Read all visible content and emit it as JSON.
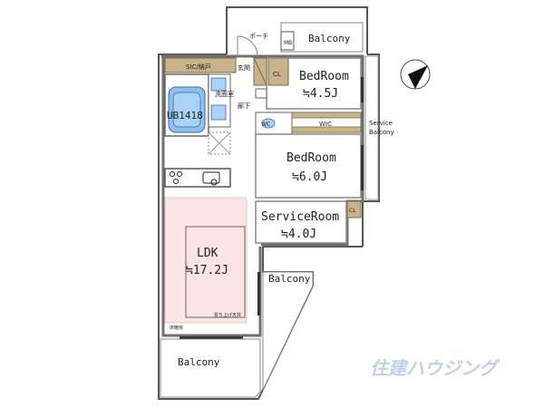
{
  "rooms": {
    "ldk": {
      "name": "LDK",
      "size": "≒17.2J"
    },
    "bedroom1": {
      "name": "BedRoom",
      "size": "≒4.5J"
    },
    "bedroom2": {
      "name": "BedRoom",
      "size": "≒6.0J"
    },
    "service_room": {
      "name": "ServiceRoom",
      "size": "≒4.0J"
    }
  },
  "labels": {
    "balcony_top": "Balcony",
    "balcony_mid": "Balcony",
    "balcony_bottom": "Balcony",
    "service_balcony_1": "Service",
    "service_balcony_2": "Balcony",
    "porch": "ポーチ",
    "mb": "MB",
    "sic": "SIC/納戸",
    "genkan": "玄関",
    "senmenjo": "洗面室",
    "roka": "廊下",
    "ub": "UB1418",
    "wic": "WIC",
    "wc": "WC",
    "cl1": "CL",
    "cl2": "CL",
    "ceiling_note": "折り上げ天井",
    "floor_note": "床暖房"
  },
  "watermark": "住建ハウジング",
  "colors": {
    "wall": "#7a7a7a",
    "storage": "#c9b48a",
    "floor_heat": "#fbe4e4",
    "bath": "#8ec0f0",
    "watermark": "#bfd0ee"
  }
}
